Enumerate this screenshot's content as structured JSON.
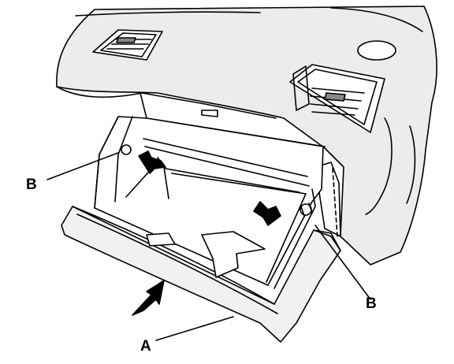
{
  "labels": {
    "b_left": "B",
    "b_right": "B",
    "a": "A"
  },
  "colors": {
    "line": "#000000",
    "panel_fill": "#ececec",
    "door_fill": "#f1f1f1",
    "inner_fill": "#ffffff"
  },
  "icons": [
    "remove-direction-arrow",
    "push-arrow-left",
    "push-arrow-right"
  ]
}
